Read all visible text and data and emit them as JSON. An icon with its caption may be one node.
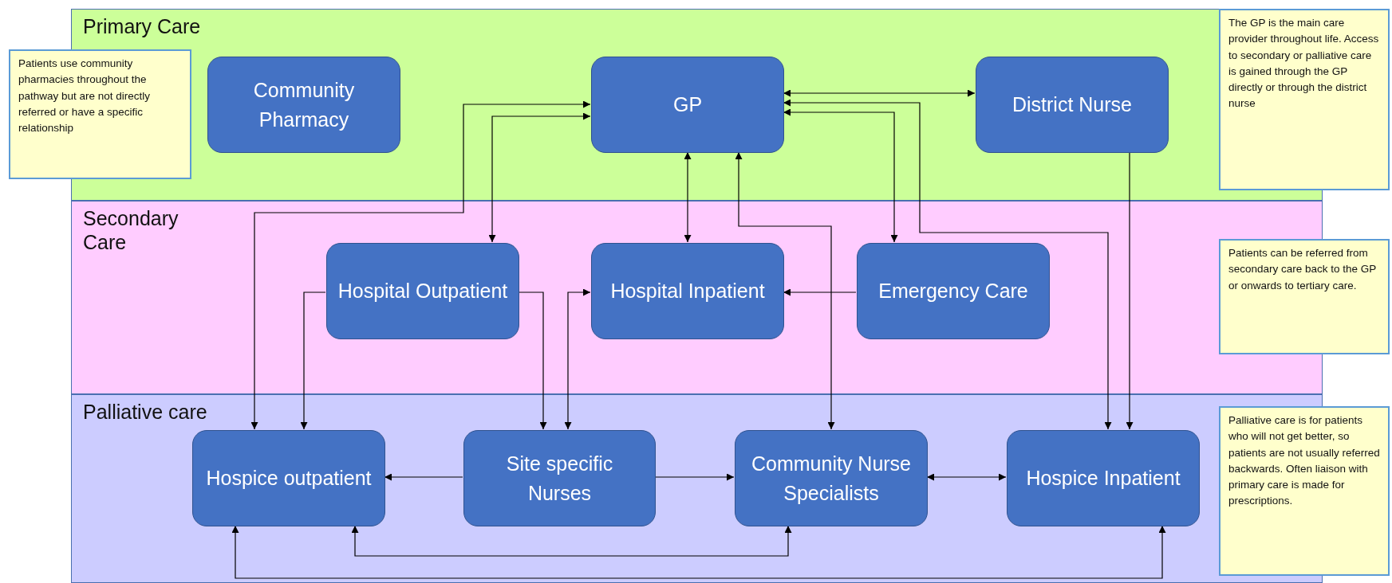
{
  "diagram": {
    "nodes": [
      {
        "text": [
          "Primary Care"
        ]
      },
      {
        "text": [
          "Secondary Care"
        ]
      },
      {
        "text": [
          "Palliative care"
        ]
      },
      {
        "text": [
          "Community Pharmacy"
        ],
        "in": 0
      },
      {
        "text": [
          "GP"
        ],
        "in": 0
      },
      {
        "text": [
          "District Nurse"
        ],
        "in": 0
      },
      {
        "text": [
          "Hospital Outpatient"
        ],
        "in": 1
      },
      {
        "text": [
          "Hospital Inpatient"
        ],
        "in": 1
      },
      {
        "text": [
          "Emergency Care"
        ],
        "in": 1
      },
      {
        "text": [
          "Hospice outpatient"
        ],
        "in": 2
      },
      {
        "text": [
          "Site specific Nurses"
        ],
        "in": 2
      },
      {
        "text": [
          "Community Nurse Specialists"
        ],
        "in": 2
      },
      {
        "text": [
          "Hospice Inpatient"
        ],
        "in": 2
      },
      {
        "text": [
          "Patients use community pharmacies throughout the pathway but are not directly referred or have a specific relationship"
        ]
      },
      {
        "text": [
          "The GP is the main care provider throughout life. Access to secondary or palliative care is gained through the GP directly or through the district nurse"
        ]
      },
      {
        "text": [
          "Patients can be referred from secondary care back to the GP or onwards to tertiary care."
        ]
      },
      {
        "text": [
          "Palliative care is for patients who will not get better, so patients are not usually referred backwards. Often liaison with primary care is made for prescriptions."
        ]
      }
    ],
    "edges": [
      {
        "from": 4,
        "to": 5,
        "arrow": "both"
      },
      {
        "from": 4,
        "to": 9,
        "arrow": "both"
      },
      {
        "from": 4,
        "to": 6,
        "arrow": "both"
      },
      {
        "from": 4,
        "to": 7,
        "arrow": "both"
      },
      {
        "from": 4,
        "to": 11,
        "arrow": "both"
      },
      {
        "from": 4,
        "to": 8,
        "arrow": "both"
      },
      {
        "from": 4,
        "to": 12,
        "arrow": "both"
      },
      {
        "from": 5,
        "to": 12,
        "arrow": "to"
      },
      {
        "from": 6,
        "to": 9,
        "arrow": "to"
      },
      {
        "from": 6,
        "to": 10,
        "arrow": "to"
      },
      {
        "from": 10,
        "to": 7,
        "arrow": "both"
      },
      {
        "from": 8,
        "to": 7,
        "arrow": "to"
      },
      {
        "from": 10,
        "to": 9,
        "arrow": "to"
      },
      {
        "from": 10,
        "to": 11,
        "arrow": "to"
      },
      {
        "from": 11,
        "to": 12,
        "arrow": "both"
      },
      {
        "from": 9,
        "to": 11,
        "arrow": "both"
      },
      {
        "from": 9,
        "to": 12,
        "arrow": "both"
      }
    ]
  }
}
